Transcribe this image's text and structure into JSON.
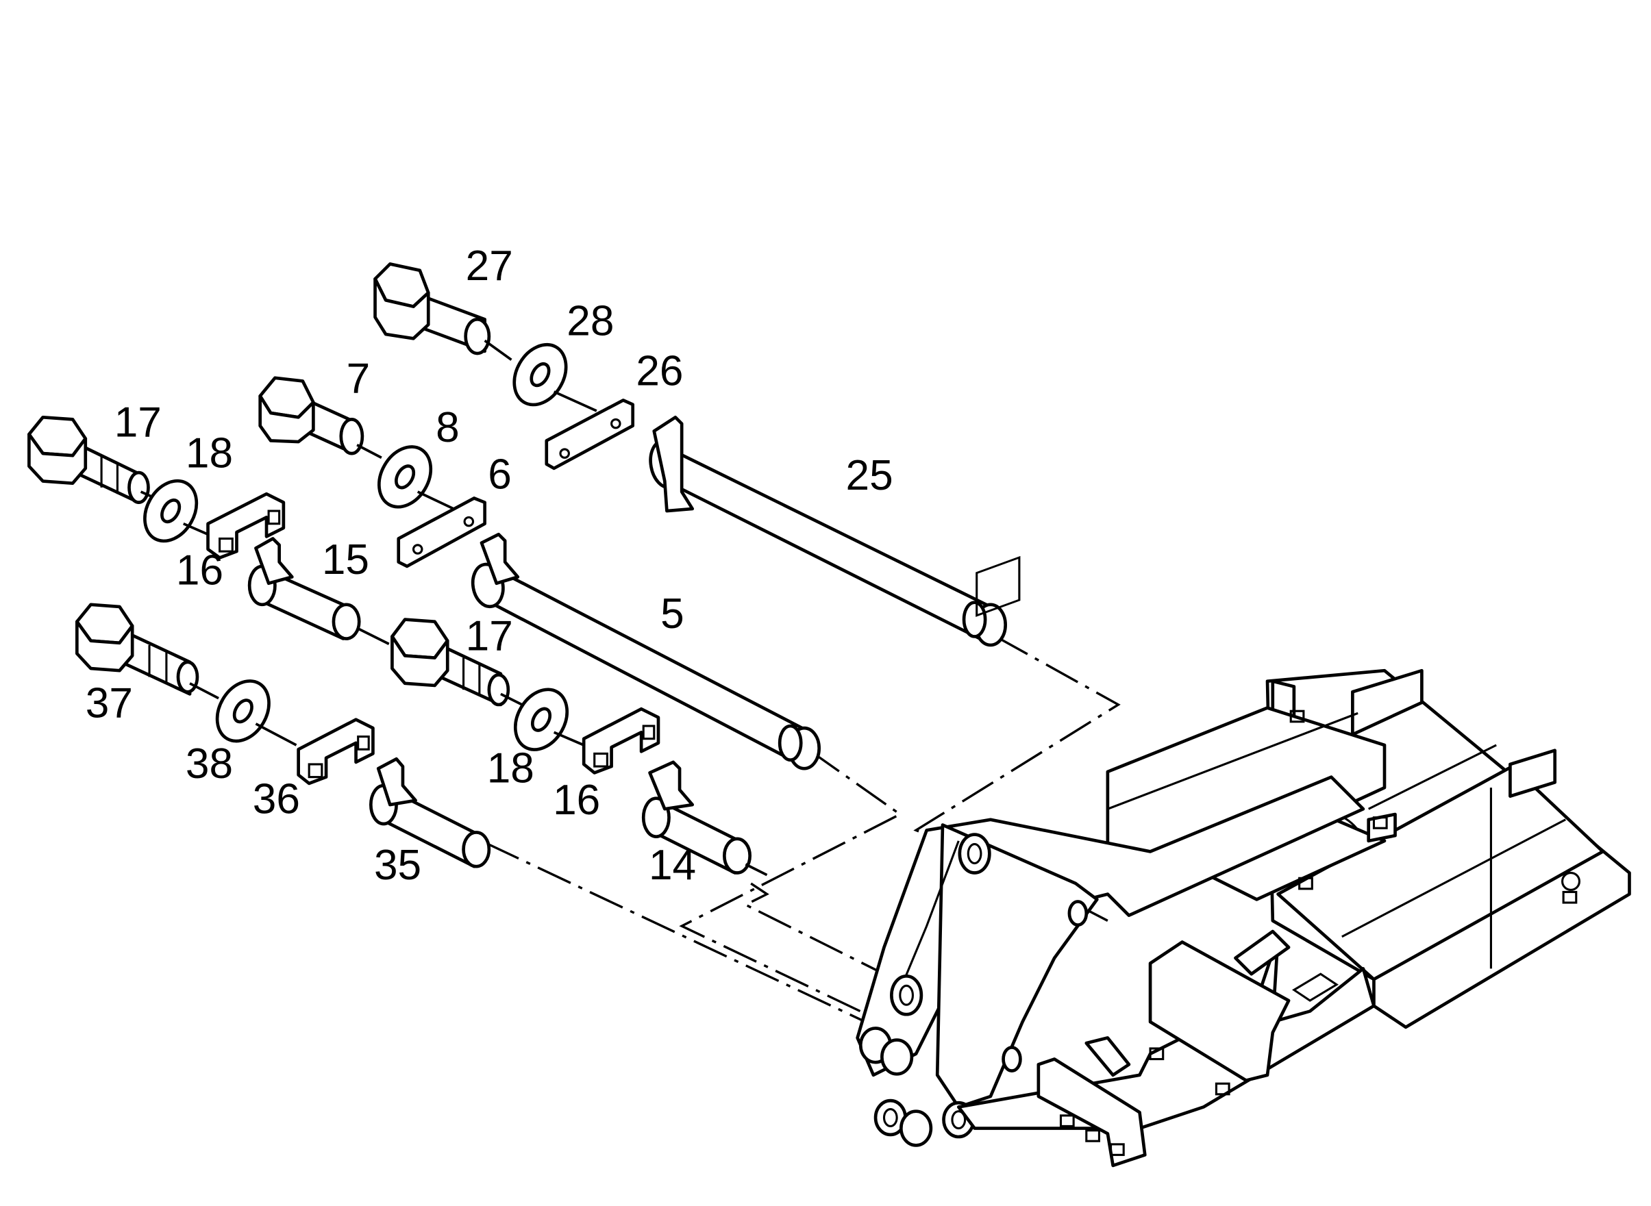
{
  "callouts": [
    "27",
    "28",
    "26",
    "7",
    "17",
    "18",
    "8",
    "6",
    "25",
    "16",
    "15",
    "5",
    "17",
    "37",
    "18",
    "38",
    "36",
    "16",
    "14",
    "35"
  ]
}
